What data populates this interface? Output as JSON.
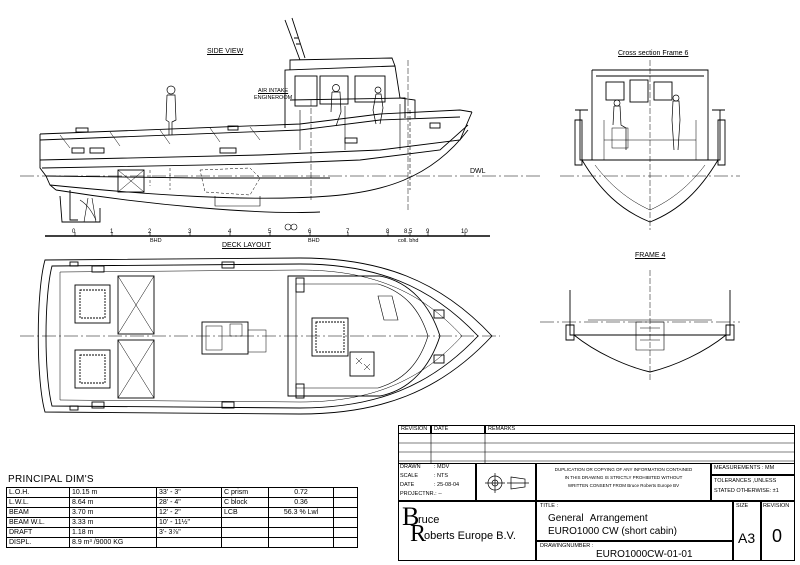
{
  "views": {
    "side_view": "SIDE VIEW",
    "cross_section": "Cross section Frame 6",
    "deck_layout": "DECK LAYOUT",
    "frame4": "FRAME 4",
    "air_intake": "AIR INTAKE",
    "air_intake2": "ENGINEROOM",
    "dwl": "DWL",
    "bhd1": "BHD",
    "bhd2": "BHD",
    "coll_bhd": "coll. bhd"
  },
  "frames": [
    "0",
    "1",
    "2",
    "3",
    "4",
    "5",
    "6",
    "7",
    "8",
    "8,5",
    "9",
    "10"
  ],
  "principal_dims": {
    "title": "PRINCIPAL DIM'S",
    "rows": [
      {
        "label": "L.O.H.",
        "metric": "10.15 m",
        "imperial": "33' - 3\"",
        "coef": "C prism",
        "coef_val": "0.72"
      },
      {
        "label": "L.W.L.",
        "metric": "8.64 m",
        "imperial": "28' - 4\"",
        "coef": "C block",
        "coef_val": "0.36"
      },
      {
        "label": "BEAM",
        "metric": "3.70 m",
        "imperial": "12' - 2\"",
        "coef": "LCB",
        "coef_val": "56.3 % Lwl"
      },
      {
        "label": "BEAM W.L.",
        "metric": "3.33 m",
        "imperial": "10' - 11½\"",
        "coef": "",
        "coef_val": ""
      },
      {
        "label": "DRAFT",
        "metric": "1.18 m",
        "imperial": "3'- 3⅞\"",
        "coef": "",
        "coef_val": ""
      },
      {
        "label": "DISPL.",
        "metric": "8.9 m³ /9000 KG",
        "imperial": "",
        "coef": "",
        "coef_val": ""
      }
    ]
  },
  "title_block": {
    "revision": "REVISION",
    "date": "DATE",
    "remarks": "REMARKS",
    "drawn_label": "DRAWN",
    "drawn_val": ": MDV",
    "scale_label": "SCALE",
    "scale_val": ": NTS",
    "date_label": "DATE",
    "date_val": ": 25-08-04",
    "projectnr_label": "PROJECTNR.: --",
    "notice1": "DUPLICATION OR COPYING OF ANY INFORMATION CONTAINED",
    "notice2": "IN THIS DRAWING IS STRICTLY PROHIBITED WITHOUT",
    "notice3": "WRITTEN CONSENT FROM Bruce Roberts Europe BV",
    "measurements": "MEASUREMENTS : MM",
    "tolerances1": "TOLERANCES ,UNLESS",
    "tolerances2": "STATED OTHERWISE: ±1",
    "company_b": "B",
    "company_ruce": "ruce",
    "company_r": "R",
    "company_rest": "oberts Europe B.V.",
    "title_label": "TITLE :",
    "title_line1": "General  Arrangement",
    "title_line2": "EURO1000 CW (short cabin)",
    "drawingnumber_label": "DRAWINGNUMBER :",
    "drawingnumber": "EURO1000CW-01-01",
    "size_label": "SIZE",
    "size_val": "A3",
    "revision_label": "REVISION",
    "revision_val": "0"
  }
}
